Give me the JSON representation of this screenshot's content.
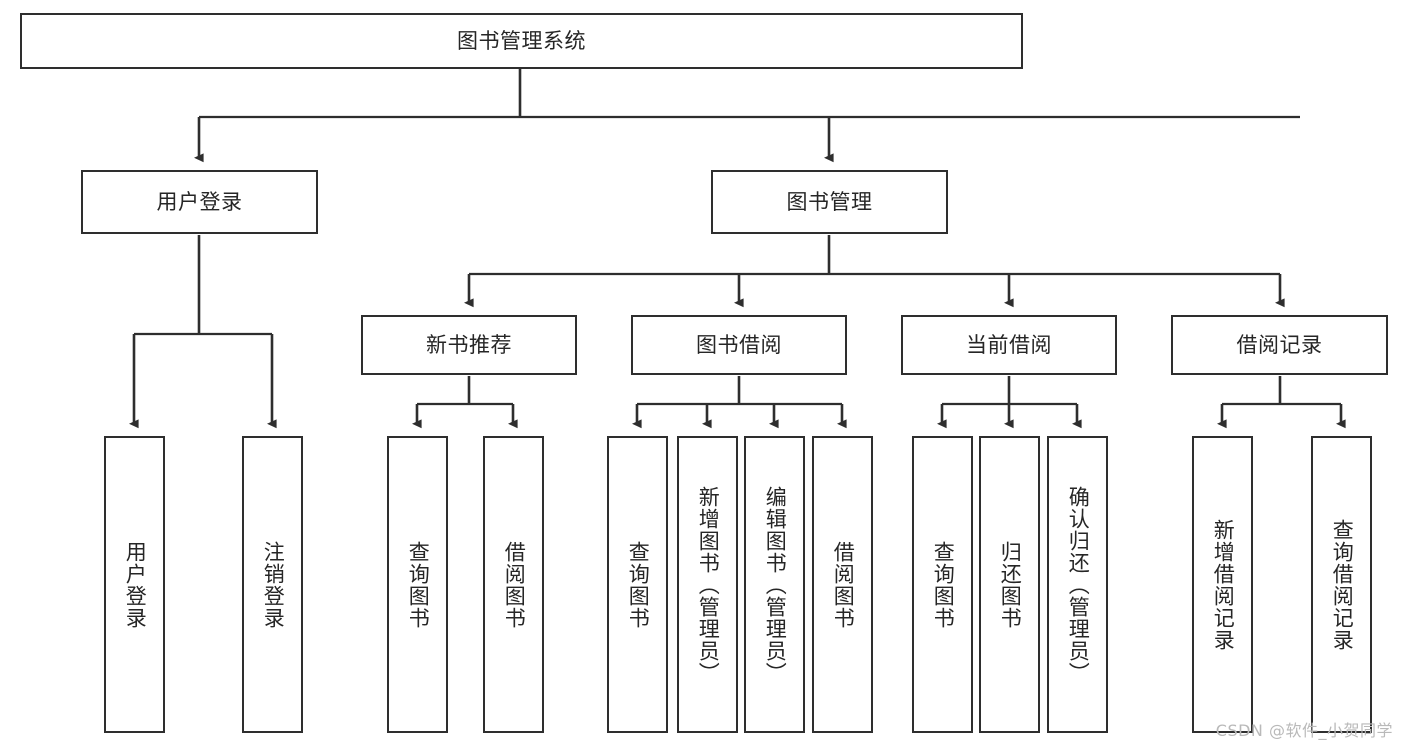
{
  "diagram": {
    "title": "图书管理系统",
    "type": "tree",
    "orientation": "top-down",
    "colors": {
      "box_border": "#2e2e2e",
      "box_fill": "#ffffff",
      "edge": "#2e2e2e",
      "text": "#262626",
      "background": "#ffffff",
      "watermark": "#b9b9b9"
    },
    "root": {
      "id": "root",
      "label": "图书管理系统"
    },
    "level2": [
      {
        "id": "user-login",
        "label": "用户登录"
      },
      {
        "id": "book-manage",
        "label": "图书管理"
      }
    ],
    "level3": [
      {
        "id": "new-book-rec",
        "label": "新书推荐",
        "parent": "book-manage"
      },
      {
        "id": "book-borrow",
        "label": "图书借阅",
        "parent": "book-manage"
      },
      {
        "id": "current-borrow",
        "label": "当前借阅",
        "parent": "book-manage"
      },
      {
        "id": "borrow-record",
        "label": "借阅记录",
        "parent": "book-manage"
      }
    ],
    "leaves": [
      {
        "id": "leaf-user-login",
        "label": "用户登录",
        "parent": "user-login"
      },
      {
        "id": "leaf-logout",
        "label": "注销登录",
        "parent": "user-login"
      },
      {
        "id": "leaf-query-book-1",
        "label": "查询图书",
        "parent": "new-book-rec"
      },
      {
        "id": "leaf-borrow-book-1",
        "label": "借阅图书",
        "parent": "new-book-rec"
      },
      {
        "id": "leaf-query-book-2",
        "label": "查询图书",
        "parent": "book-borrow"
      },
      {
        "id": "leaf-add-book",
        "label": "新增图书（管理员）",
        "parent": "book-borrow"
      },
      {
        "id": "leaf-edit-book",
        "label": "编辑图书（管理员）",
        "parent": "book-borrow"
      },
      {
        "id": "leaf-borrow-book-2",
        "label": "借阅图书",
        "parent": "book-borrow"
      },
      {
        "id": "leaf-query-book-3",
        "label": "查询图书",
        "parent": "current-borrow"
      },
      {
        "id": "leaf-return-book",
        "label": "归还图书",
        "parent": "current-borrow"
      },
      {
        "id": "leaf-confirm-return",
        "label": "确认归还（管理员）",
        "parent": "current-borrow"
      },
      {
        "id": "leaf-add-record",
        "label": "新增借阅记录",
        "parent": "borrow-record"
      },
      {
        "id": "leaf-query-record",
        "label": "查询借阅记录",
        "parent": "borrow-record"
      }
    ]
  },
  "watermark": {
    "text": "CSDN @软件_小贺同学"
  }
}
